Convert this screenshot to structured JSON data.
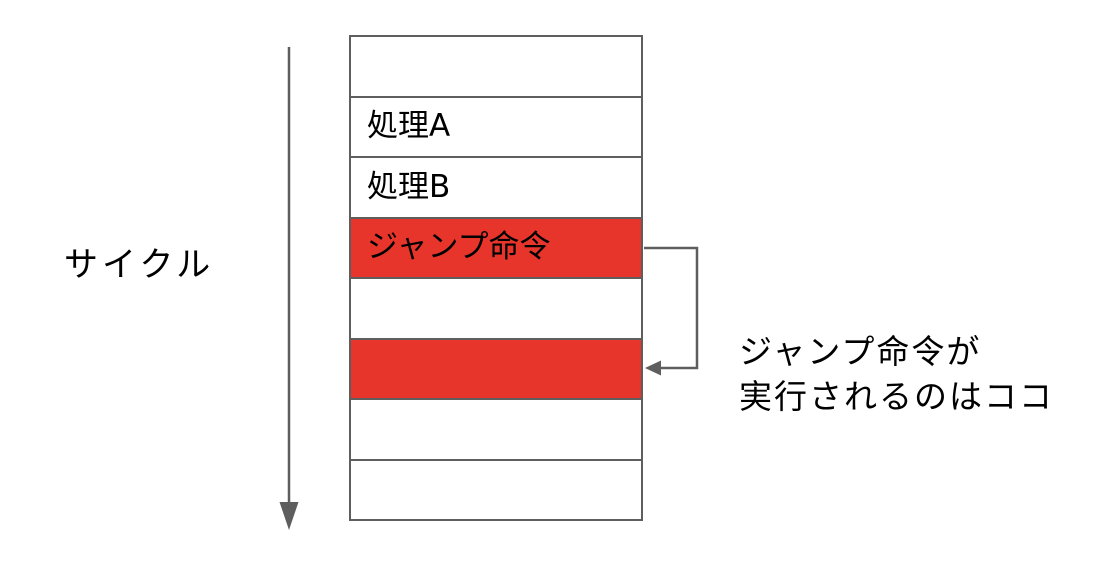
{
  "diagram": {
    "cycle_label": "サイクル",
    "table_rows": [
      {
        "label": "",
        "highlight": false
      },
      {
        "label": "処理A",
        "highlight": false
      },
      {
        "label": "処理B",
        "highlight": false
      },
      {
        "label": "ジャンプ命令",
        "highlight": true
      },
      {
        "label": "",
        "highlight": false
      },
      {
        "label": "",
        "highlight": true
      },
      {
        "label": "",
        "highlight": false
      },
      {
        "label": "",
        "highlight": false
      }
    ],
    "annotation": {
      "line1": "ジャンプ命令が",
      "line2": "実行されるのはココ"
    },
    "colors": {
      "highlight_red": "#e8352b",
      "line_gray": "#5e5e5e",
      "text_black": "#000000",
      "background": "#ffffff"
    }
  }
}
